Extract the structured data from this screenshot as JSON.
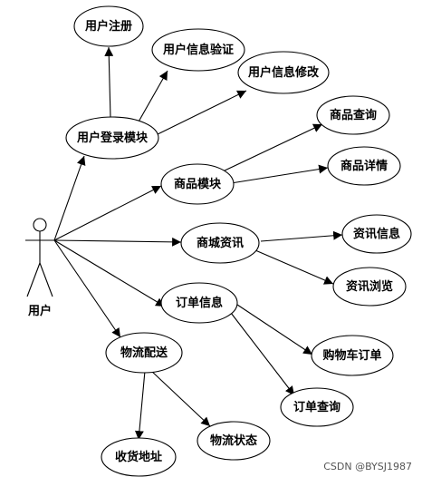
{
  "actor": {
    "label": "用户"
  },
  "nodes": {
    "reg": "用户注册",
    "verify": "用户信息验证",
    "modify": "用户信息修改",
    "login": "用户登录模块",
    "gquery": "商品查询",
    "gdetail": "商品详情",
    "goods": "商品模块",
    "news": "商城资讯",
    "newsinfo": "资讯信息",
    "newsbrowse": "资讯浏览",
    "order": "订单信息",
    "cart": "购物车订单",
    "oquery": "订单查询",
    "logistics": "物流配送",
    "address": "收货地址",
    "lstatus": "物流状态"
  },
  "watermark": "CSDN @BYSJ1987"
}
